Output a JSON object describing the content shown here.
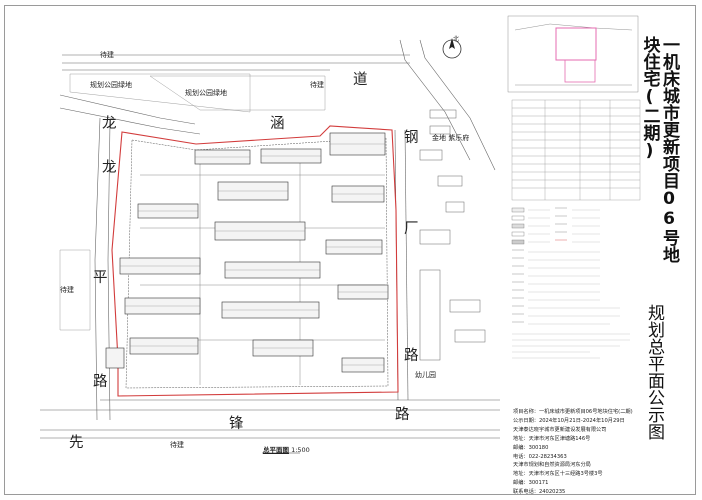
{
  "title": {
    "line1": "一机床城市更新项目06号地块住宅(二期)",
    "line2": "规划总平面公示图"
  },
  "roads": {
    "longping_1": "龙",
    "longping_2": "龙",
    "longping_3": "平",
    "longping_4": "路",
    "han_1": "涵",
    "han_2": "道",
    "gangchang_1": "钢",
    "gangchang_2": "厂",
    "gangchang_3": "路",
    "xianfeng_1": "先",
    "xianfeng_2": "锋",
    "xianfeng_3": "路"
  },
  "map_labels": {
    "daijian_top": "待建",
    "daijian_left": "待建",
    "daijian_bottom": "待建",
    "daijian_mid": "待建",
    "park_green_1": "规划公园绿地",
    "park_green_2": "规划公园绿地",
    "jinyun": "金地 紫乐府",
    "kindergarten": "幼儿园"
  },
  "plan": {
    "title": "总平面图",
    "scale": "1:500"
  },
  "info": {
    "project_name": "项目名称：一机床城市更新项目06号地块住宅(二期)",
    "period": "公示日期：2024年10月21日-2024年10月29日",
    "builder": "天津泰达晓宇城市更新建设发展有限公司",
    "builder_addr": "地址：天津市河东区津塘路146号",
    "builder_zip": "邮编：300180",
    "builder_tel": "电话：022-28234363",
    "bureau": "天津市规划和自然资源局河东分局",
    "bureau_addr": "地址：天津市河东区十三经路3号楼3号",
    "bureau_zip": "邮编：300171",
    "bureau_tel": "联系电话：24020235"
  },
  "north": {
    "label": "北"
  },
  "colors": {
    "line": "#555555",
    "building": "#333333",
    "boundary_red": "#d23c3c",
    "boundary_pink": "#e46bb0"
  }
}
